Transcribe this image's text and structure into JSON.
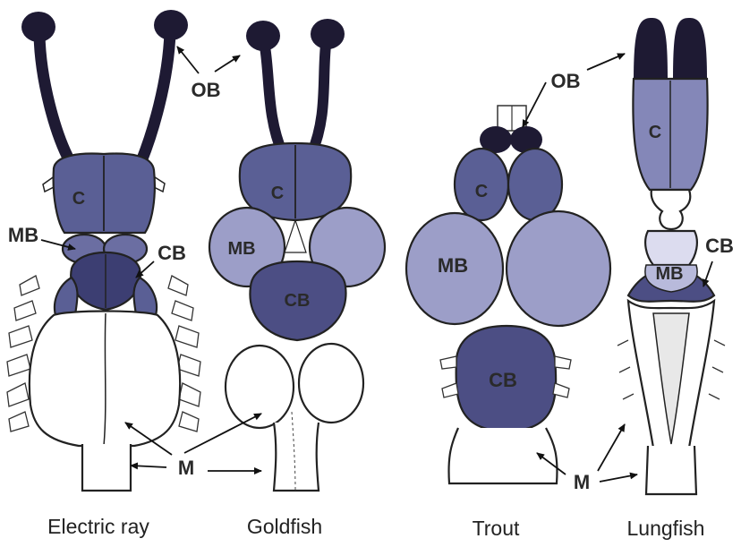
{
  "colors": {
    "olfactory_bulb": "#1e1a33",
    "cerebrum": "#5a5f95",
    "midbrain_light": "#9c9ec8",
    "cerebellum": "#4c4e84",
    "medulla": "#ffffff",
    "outline": "#222222"
  },
  "labels": {
    "ob_top": "OB",
    "ob_right": "OB",
    "mb_left": "MB",
    "cb_left": "CB",
    "cb_right": "CB",
    "m": "M"
  },
  "brains": [
    {
      "caption": "Electric ray",
      "c": "C"
    },
    {
      "caption": "Goldfish",
      "c": "C",
      "mb": "MB",
      "cb": "CB"
    },
    {
      "caption": "Trout",
      "c": "C",
      "mb": "MB",
      "cb": "CB"
    },
    {
      "caption": "Lungfish",
      "c": "C",
      "mb": "MB"
    }
  ]
}
